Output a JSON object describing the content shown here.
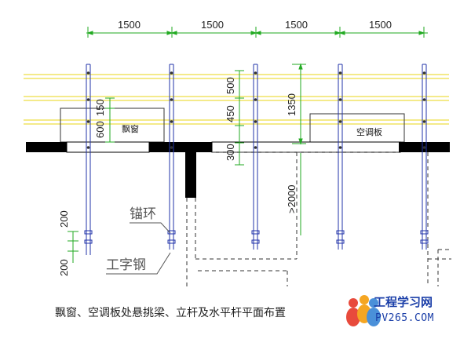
{
  "dimensions": {
    "top_spans": [
      "1500",
      "1500",
      "1500",
      "1500"
    ],
    "vertical_left": [
      "600",
      "150"
    ],
    "vertical_mid": [
      "500",
      "450",
      "300"
    ],
    "vertical_right": "1350",
    "vertical_deep": ">2000",
    "bottom_left": [
      "200",
      "200"
    ]
  },
  "labels": {
    "bay_window": "飘窗",
    "ac_board": "空调板",
    "anchor_ring": "锚环",
    "i_beam": "工字钢"
  },
  "caption": "飘窗、空调板处悬挑梁、立杆及水平杆平面布置",
  "watermark": {
    "title": "工程学习网",
    "url": "PV265.COM"
  },
  "colors": {
    "dimension_line": "#22aa22",
    "yellow_rail": "#eedd44",
    "pole": "#2233aa",
    "beam": "#000000"
  }
}
